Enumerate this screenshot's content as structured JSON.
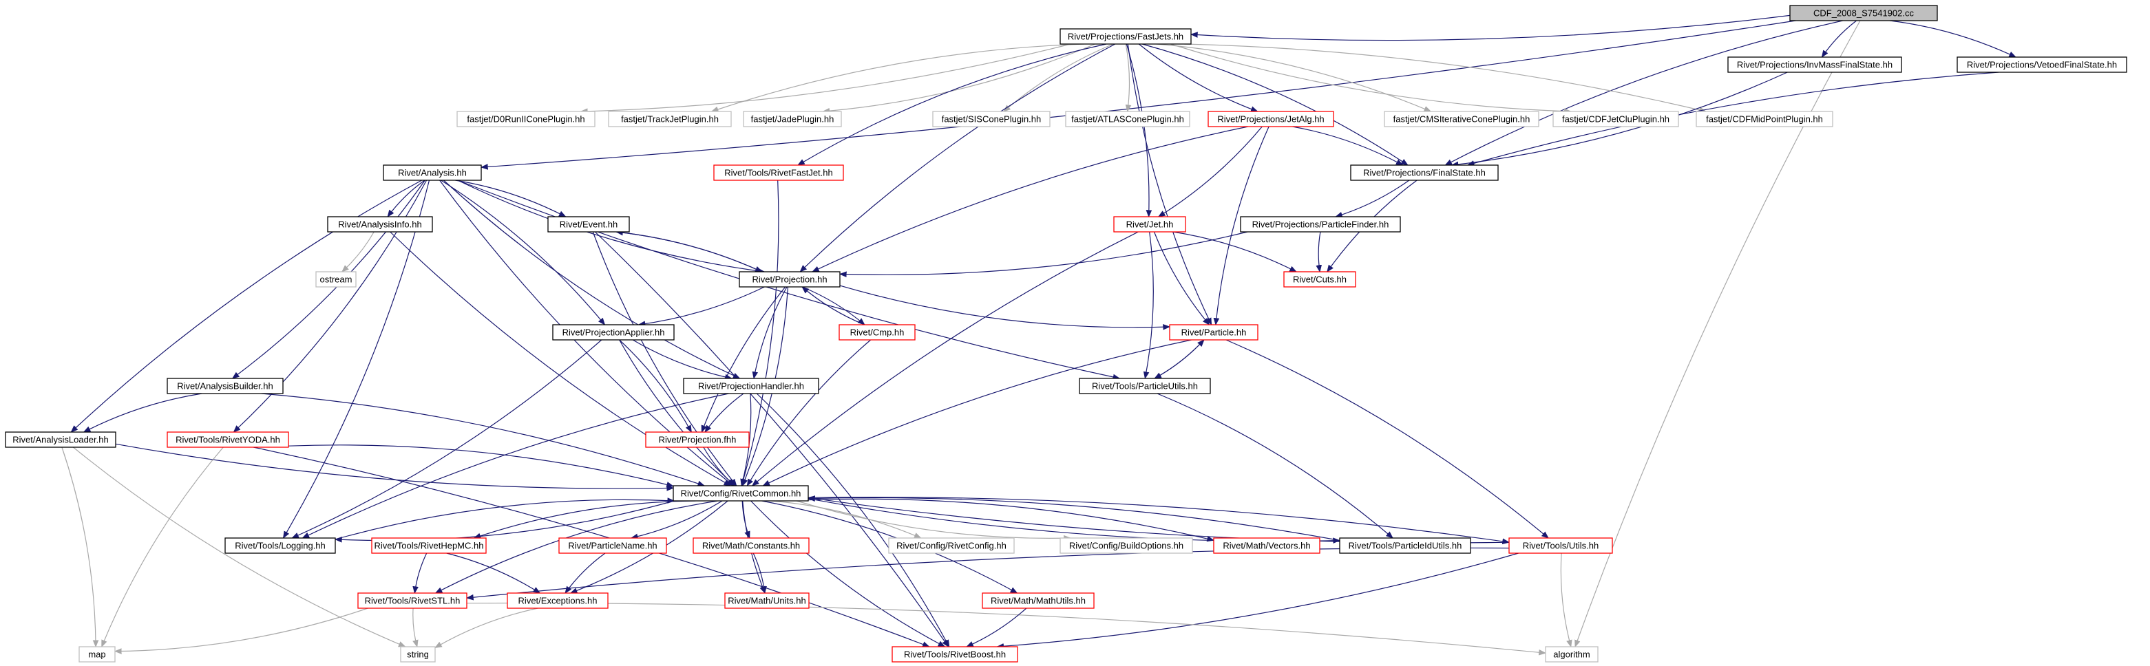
{
  "colors": {
    "background": "#ffffff",
    "edge": "#191970",
    "edge_light": "#a9a9a9",
    "root_fill": "#bfbfbf",
    "border_black": "#000000",
    "border_red": "#ff0000",
    "border_gray": "#bfbfbf"
  },
  "nodes": [
    {
      "id": "root",
      "label": "CDF_2008_S7541902.cc",
      "style": "root"
    },
    {
      "id": "fastjets",
      "label": "Rivet/Projections/FastJets.hh",
      "style": "black"
    },
    {
      "id": "invmass",
      "label": "Rivet/Projections/InvMassFinalState.hh",
      "style": "black"
    },
    {
      "id": "vetoed",
      "label": "Rivet/Projections/VetoedFinalState.hh",
      "style": "black"
    },
    {
      "id": "d0run",
      "label": "fastjet/D0RunIIConePlugin.hh",
      "style": "gray"
    },
    {
      "id": "trackjet",
      "label": "fastjet/TrackJetPlugin.hh",
      "style": "gray"
    },
    {
      "id": "jade",
      "label": "fastjet/JadePlugin.hh",
      "style": "gray"
    },
    {
      "id": "siscone",
      "label": "fastjet/SISConePlugin.hh",
      "style": "gray"
    },
    {
      "id": "atlascone",
      "label": "fastjet/ATLASConePlugin.hh",
      "style": "gray"
    },
    {
      "id": "jetalg",
      "label": "Rivet/Projections/JetAlg.hh",
      "style": "red"
    },
    {
      "id": "cmsiter",
      "label": "fastjet/CMSIterativeConePlugin.hh",
      "style": "gray"
    },
    {
      "id": "cdfjetclu",
      "label": "fastjet/CDFJetCluPlugin.hh",
      "style": "gray"
    },
    {
      "id": "cdfmid",
      "label": "fastjet/CDFMidPointPlugin.hh",
      "style": "gray"
    },
    {
      "id": "analysis",
      "label": "Rivet/Analysis.hh",
      "style": "black"
    },
    {
      "id": "fastjetrivet",
      "label": "Rivet/Tools/RivetFastJet.hh",
      "style": "red"
    },
    {
      "id": "finalstate",
      "label": "Rivet/Projections/FinalState.hh",
      "style": "black"
    },
    {
      "id": "analysisinfo",
      "label": "Rivet/AnalysisInfo.hh",
      "style": "black"
    },
    {
      "id": "event",
      "label": "Rivet/Event.hh",
      "style": "black"
    },
    {
      "id": "jet",
      "label": "Rivet/Jet.hh",
      "style": "red"
    },
    {
      "id": "particlefinder",
      "label": "Rivet/Projections/ParticleFinder.hh",
      "style": "black"
    },
    {
      "id": "ostream",
      "label": "ostream",
      "style": "gray"
    },
    {
      "id": "projection",
      "label": "Rivet/Projection.hh",
      "style": "black"
    },
    {
      "id": "cuts",
      "label": "Rivet/Cuts.hh",
      "style": "red"
    },
    {
      "id": "projapplier",
      "label": "Rivet/ProjectionApplier.hh",
      "style": "black"
    },
    {
      "id": "cmp",
      "label": "Rivet/Cmp.hh",
      "style": "red"
    },
    {
      "id": "particle",
      "label": "Rivet/Particle.hh",
      "style": "red"
    },
    {
      "id": "analysisbuilder",
      "label": "Rivet/AnalysisBuilder.hh",
      "style": "black"
    },
    {
      "id": "projhandler",
      "label": "Rivet/ProjectionHandler.hh",
      "style": "black"
    },
    {
      "id": "particleutils",
      "label": "Rivet/Tools/ParticleUtils.hh",
      "style": "black"
    },
    {
      "id": "analysisloader",
      "label": "Rivet/AnalysisLoader.hh",
      "style": "black"
    },
    {
      "id": "rivetyoda",
      "label": "Rivet/Tools/RivetYODA.hh",
      "style": "red"
    },
    {
      "id": "projectionfhh",
      "label": "Rivet/Projection.fhh",
      "style": "red"
    },
    {
      "id": "rivetcommon",
      "label": "Rivet/Config/RivetCommon.hh",
      "style": "black"
    },
    {
      "id": "logging",
      "label": "Rivet/Tools/Logging.hh",
      "style": "black"
    },
    {
      "id": "rivethepmc",
      "label": "Rivet/Tools/RivetHepMC.hh",
      "style": "red"
    },
    {
      "id": "particlename",
      "label": "Rivet/ParticleName.hh",
      "style": "red"
    },
    {
      "id": "constants",
      "label": "Rivet/Math/Constants.hh",
      "style": "red"
    },
    {
      "id": "rivetconfig",
      "label": "Rivet/Config/RivetConfig.hh",
      "style": "gray"
    },
    {
      "id": "buildoptions",
      "label": "Rivet/Config/BuildOptions.hh",
      "style": "gray"
    },
    {
      "id": "vectors",
      "label": "Rivet/Math/Vectors.hh",
      "style": "red"
    },
    {
      "id": "particleidutils",
      "label": "Rivet/Tools/ParticleIdUtils.hh",
      "style": "black"
    },
    {
      "id": "utils",
      "label": "Rivet/Tools/Utils.hh",
      "style": "red"
    },
    {
      "id": "rivetstl",
      "label": "Rivet/Tools/RivetSTL.hh",
      "style": "red"
    },
    {
      "id": "exceptions",
      "label": "Rivet/Exceptions.hh",
      "style": "red"
    },
    {
      "id": "units",
      "label": "Rivet/Math/Units.hh",
      "style": "red"
    },
    {
      "id": "mathutils",
      "label": "Rivet/Math/MathUtils.hh",
      "style": "red"
    },
    {
      "id": "map",
      "label": "map",
      "style": "gray"
    },
    {
      "id": "string",
      "label": "string",
      "style": "gray"
    },
    {
      "id": "rivetboost",
      "label": "Rivet/Tools/RivetBoost.hh",
      "style": "red"
    },
    {
      "id": "algorithm",
      "label": "algorithm",
      "style": "gray"
    }
  ],
  "edges": [
    {
      "from": "root",
      "to": "fastjets"
    },
    {
      "from": "root",
      "to": "invmass"
    },
    {
      "from": "root",
      "to": "vetoed"
    },
    {
      "from": "root",
      "to": "finalstate"
    },
    {
      "from": "root",
      "to": "analysis"
    },
    {
      "from": "root",
      "to": "algorithm"
    },
    {
      "from": "fastjets",
      "to": "d0run"
    },
    {
      "from": "fastjets",
      "to": "trackjet"
    },
    {
      "from": "fastjets",
      "to": "jade"
    },
    {
      "from": "fastjets",
      "to": "siscone"
    },
    {
      "from": "fastjets",
      "to": "atlascone"
    },
    {
      "from": "fastjets",
      "to": "jetalg"
    },
    {
      "from": "fastjets",
      "to": "cmsiter"
    },
    {
      "from": "fastjets",
      "to": "cdfjetclu"
    },
    {
      "from": "fastjets",
      "to": "cdfmid"
    },
    {
      "from": "fastjets",
      "to": "fastjetrivet"
    },
    {
      "from": "fastjets",
      "to": "finalstate"
    },
    {
      "from": "fastjets",
      "to": "projection"
    },
    {
      "from": "fastjets",
      "to": "jet"
    },
    {
      "from": "fastjets",
      "to": "particle"
    },
    {
      "from": "invmass",
      "to": "finalstate"
    },
    {
      "from": "vetoed",
      "to": "finalstate"
    },
    {
      "from": "jetalg",
      "to": "finalstate"
    },
    {
      "from": "jetalg",
      "to": "projection"
    },
    {
      "from": "jetalg",
      "to": "jet"
    },
    {
      "from": "jetalg",
      "to": "particle"
    },
    {
      "from": "finalstate",
      "to": "particlefinder"
    },
    {
      "from": "finalstate",
      "to": "cuts"
    },
    {
      "from": "particlefinder",
      "to": "projection"
    },
    {
      "from": "particlefinder",
      "to": "cuts"
    },
    {
      "from": "fastjetrivet",
      "to": "rivetcommon"
    },
    {
      "from": "analysis",
      "to": "analysisinfo"
    },
    {
      "from": "analysis",
      "to": "event"
    },
    {
      "from": "analysis",
      "to": "projection"
    },
    {
      "from": "analysis",
      "to": "projapplier"
    },
    {
      "from": "analysis",
      "to": "projhandler"
    },
    {
      "from": "analysis",
      "to": "analysisbuilder"
    },
    {
      "from": "analysis",
      "to": "analysisloader"
    },
    {
      "from": "analysis",
      "to": "rivetyoda"
    },
    {
      "from": "analysis",
      "to": "rivetcommon"
    },
    {
      "from": "analysis",
      "to": "logging"
    },
    {
      "from": "analysis",
      "to": "particleutils"
    },
    {
      "from": "analysisinfo",
      "to": "ostream"
    },
    {
      "from": "analysisinfo",
      "to": "rivetcommon"
    },
    {
      "from": "event",
      "to": "projection"
    },
    {
      "from": "event",
      "to": "rivetcommon"
    },
    {
      "from": "event",
      "to": "rivetboost"
    },
    {
      "from": "jet",
      "to": "rivetcommon"
    },
    {
      "from": "jet",
      "to": "cuts"
    },
    {
      "from": "jet",
      "to": "particle"
    },
    {
      "from": "jet",
      "to": "particleutils"
    },
    {
      "from": "projection",
      "to": "event"
    },
    {
      "from": "projection",
      "to": "projapplier"
    },
    {
      "from": "projection",
      "to": "projhandler"
    },
    {
      "from": "projection",
      "to": "cmp"
    },
    {
      "from": "projection",
      "to": "projectionfhh"
    },
    {
      "from": "projection",
      "to": "rivetcommon"
    },
    {
      "from": "projection",
      "to": "particle"
    },
    {
      "from": "cmp",
      "to": "projection"
    },
    {
      "from": "cmp",
      "to": "rivetcommon"
    },
    {
      "from": "particle",
      "to": "particleutils"
    },
    {
      "from": "particle",
      "to": "rivetcommon"
    },
    {
      "from": "particle",
      "to": "utils"
    },
    {
      "from": "particleutils",
      "to": "particle"
    },
    {
      "from": "particleutils",
      "to": "particleidutils"
    },
    {
      "from": "projapplier",
      "to": "projhandler"
    },
    {
      "from": "projapplier",
      "to": "projectionfhh"
    },
    {
      "from": "projapplier",
      "to": "rivetcommon"
    },
    {
      "from": "projapplier",
      "to": "logging"
    },
    {
      "from": "projhandler",
      "to": "projectionfhh"
    },
    {
      "from": "projhandler",
      "to": "rivetcommon"
    },
    {
      "from": "projhandler",
      "to": "logging"
    },
    {
      "from": "projhandler",
      "to": "rivetboost"
    },
    {
      "from": "analysisbuilder",
      "to": "analysisloader"
    },
    {
      "from": "analysisbuilder",
      "to": "rivetcommon"
    },
    {
      "from": "analysisloader",
      "to": "rivetcommon"
    },
    {
      "from": "analysisloader",
      "to": "map"
    },
    {
      "from": "analysisloader",
      "to": "string"
    },
    {
      "from": "rivetyoda",
      "to": "rivetcommon"
    },
    {
      "from": "rivetyoda",
      "to": "map"
    },
    {
      "from": "rivetyoda",
      "to": "rivetboost"
    },
    {
      "from": "projectionfhh",
      "to": "rivetcommon"
    },
    {
      "from": "rivetcommon",
      "to": "logging"
    },
    {
      "from": "rivetcommon",
      "to": "rivethepmc"
    },
    {
      "from": "rivetcommon",
      "to": "particlename"
    },
    {
      "from": "rivetcommon",
      "to": "constants"
    },
    {
      "from": "rivetcommon",
      "to": "rivetconfig"
    },
    {
      "from": "rivetcommon",
      "to": "buildoptions"
    },
    {
      "from": "rivetcommon",
      "to": "vectors"
    },
    {
      "from": "rivetcommon",
      "to": "particleidutils"
    },
    {
      "from": "rivetcommon",
      "to": "utils"
    },
    {
      "from": "rivetcommon",
      "to": "rivetstl"
    },
    {
      "from": "rivetcommon",
      "to": "exceptions"
    },
    {
      "from": "rivetcommon",
      "to": "units"
    },
    {
      "from": "rivetcommon",
      "to": "mathutils"
    },
    {
      "from": "rivetcommon",
      "to": "rivetboost"
    },
    {
      "from": "logging",
      "to": "rivetcommon"
    },
    {
      "from": "rivethepmc",
      "to": "rivetstl"
    },
    {
      "from": "rivethepmc",
      "to": "exceptions"
    },
    {
      "from": "particlename",
      "to": "exceptions"
    },
    {
      "from": "constants",
      "to": "units"
    },
    {
      "from": "particleidutils",
      "to": "rivetcommon"
    },
    {
      "from": "utils",
      "to": "rivetcommon"
    },
    {
      "from": "utils",
      "to": "rivetstl"
    },
    {
      "from": "utils",
      "to": "rivetboost"
    },
    {
      "from": "utils",
      "to": "algorithm"
    },
    {
      "from": "rivetstl",
      "to": "map"
    },
    {
      "from": "rivetstl",
      "to": "string"
    },
    {
      "from": "rivetstl",
      "to": "algorithm"
    },
    {
      "from": "exceptions",
      "to": "string"
    },
    {
      "from": "mathutils",
      "to": "rivetboost"
    }
  ]
}
